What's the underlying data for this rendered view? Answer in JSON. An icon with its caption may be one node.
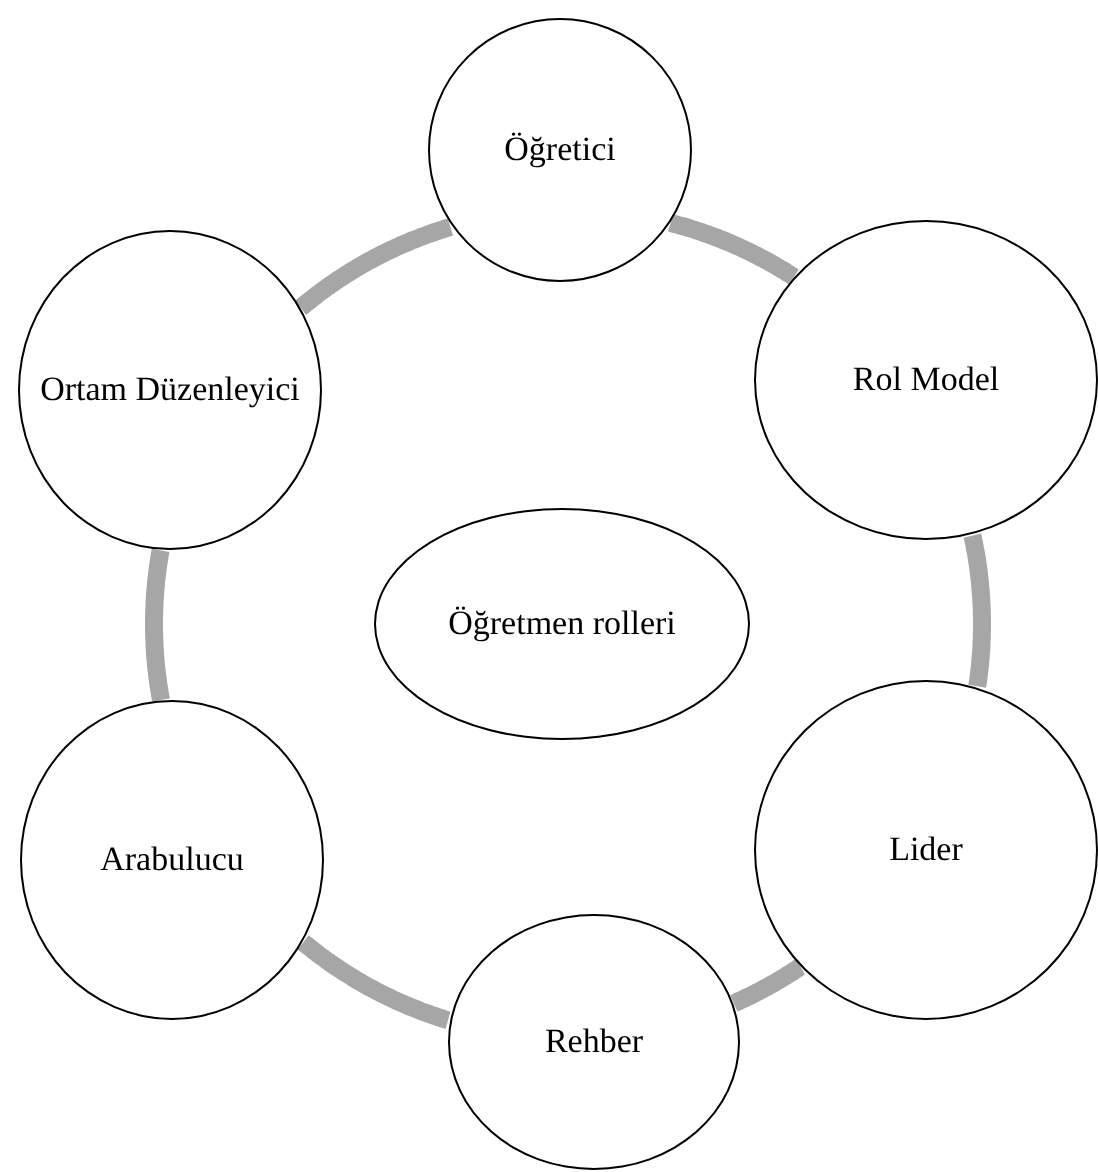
{
  "diagram": {
    "nodes": [
      {
        "text": [
          "Öğretmen rolleri"
        ]
      },
      {
        "text": [
          "Öğretici"
        ]
      },
      {
        "text": [
          "Rol Model"
        ]
      },
      {
        "text": [
          "Lider"
        ]
      },
      {
        "text": [
          "Rehber"
        ]
      },
      {
        "text": [
          "Arabulucu"
        ]
      },
      {
        "text": [
          "Ortam Düzenleyici"
        ]
      }
    ],
    "edges": [
      {
        "from": 1,
        "to": 2,
        "arrow": "none"
      },
      {
        "from": 2,
        "to": 3,
        "arrow": "none"
      },
      {
        "from": 3,
        "to": 4,
        "arrow": "none"
      },
      {
        "from": 4,
        "to": 5,
        "arrow": "none"
      },
      {
        "from": 5,
        "to": 6,
        "arrow": "none"
      },
      {
        "from": 6,
        "to": 1,
        "arrow": "none"
      }
    ]
  }
}
